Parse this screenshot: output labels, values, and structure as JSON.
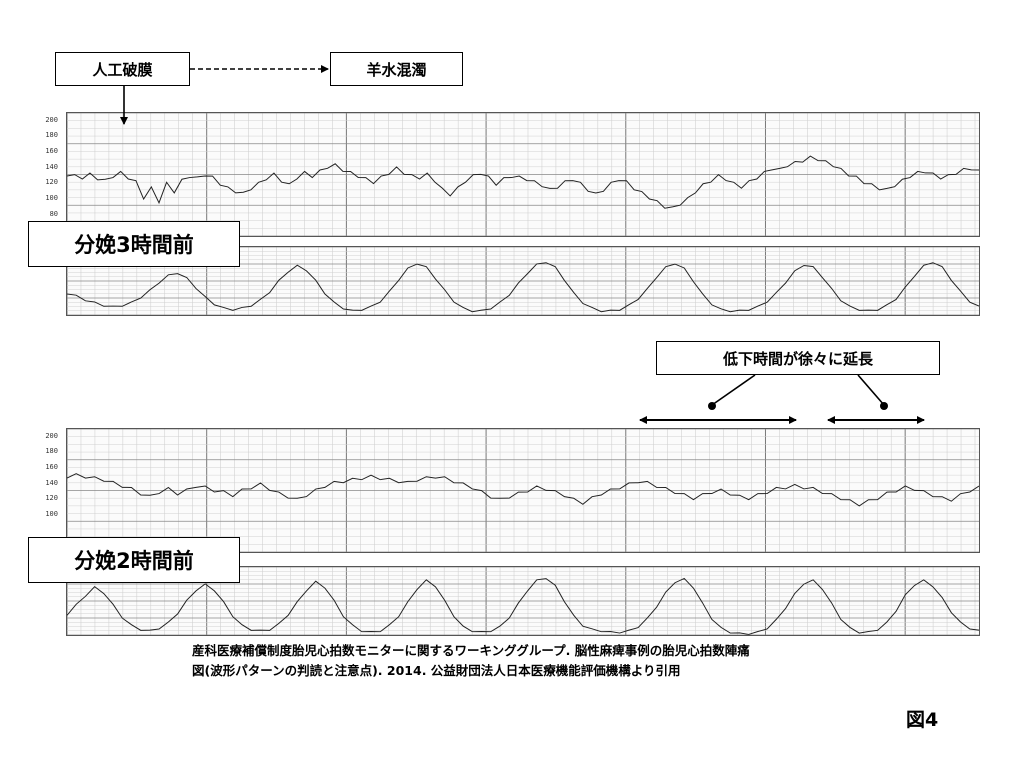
{
  "labels": {
    "rupture": "人工破膜",
    "meconium": "羊水混濁",
    "panel1": "分娩3時間前",
    "panel2": "分娩2時間前",
    "annotation": "低下時間が徐々に延長",
    "figure": "図4"
  },
  "citation": {
    "line1": "産科医療補償制度胎児心拍数モニターに関するワーキンググループ. 脳性麻痺事例の胎児心拍数陣痛",
    "line2": "図(波形パターンの判読と注意点). 2014. 公益財団法人日本医療機能評価機構より引用"
  },
  "chart_data": [
    {
      "type": "line",
      "ylim": [
        50,
        210
      ],
      "ticks": [
        "200",
        "180",
        "160",
        "140",
        "120",
        "100",
        "80"
      ],
      "series": [
        {
          "values": [
            130,
            128,
            126,
            130,
            125,
            122,
            128,
            132,
            126,
            120,
            100,
            112,
            95,
            118,
            108,
            122,
            128,
            125,
            130,
            126,
            118,
            112,
            108,
            105,
            112,
            118,
            125,
            130,
            122,
            116,
            126,
            132,
            128,
            134,
            140,
            142,
            136,
            132,
            128,
            124,
            120,
            126,
            132,
            138,
            132,
            128,
            126,
            130,
            122,
            110,
            104,
            112,
            122,
            128,
            132,
            126,
            118,
            124,
            128,
            126,
            124,
            120,
            116,
            110,
            114,
            120,
            124,
            118,
            110,
            104,
            110,
            118,
            124,
            120,
            112,
            106,
            100,
            94,
            88,
            86,
            92,
            98,
            108,
            116,
            122,
            128,
            124,
            118,
            114,
            120,
            126,
            132,
            138,
            136,
            142,
            145,
            148,
            152,
            150,
            146,
            142,
            136,
            130,
            126,
            120,
            116,
            112,
            110,
            116,
            122,
            128,
            132,
            134,
            130,
            126,
            128,
            132,
            136,
            138,
            134
          ]
        }
      ]
    },
    {
      "type": "line",
      "ylim": [
        0,
        100
      ],
      "series": [
        {
          "values": [
            32,
            28,
            22,
            18,
            14,
            12,
            14,
            18,
            26,
            36,
            48,
            58,
            62,
            54,
            40,
            26,
            16,
            10,
            8,
            10,
            14,
            22,
            34,
            50,
            64,
            72,
            66,
            50,
            32,
            18,
            10,
            6,
            8,
            12,
            20,
            34,
            52,
            68,
            76,
            70,
            54,
            36,
            20,
            10,
            6,
            6,
            10,
            18,
            30,
            46,
            62,
            74,
            78,
            70,
            52,
            32,
            18,
            10,
            6,
            6,
            8,
            14,
            24,
            38,
            56,
            70,
            76,
            68,
            50,
            30,
            16,
            8,
            6,
            6,
            8,
            12,
            20,
            32,
            48,
            64,
            74,
            70,
            56,
            38,
            22,
            12,
            8,
            6,
            8,
            14,
            24,
            40,
            58,
            72,
            78,
            70,
            52,
            34,
            20,
            12
          ]
        }
      ]
    },
    {
      "type": "line",
      "ylim": [
        50,
        210
      ],
      "ticks": [
        "200",
        "180",
        "160",
        "140",
        "120",
        "100"
      ],
      "series": [
        {
          "values": [
            148,
            150,
            148,
            146,
            144,
            140,
            136,
            132,
            126,
            122,
            128,
            132,
            126,
            130,
            136,
            134,
            130,
            128,
            124,
            130,
            134,
            138,
            132,
            126,
            122,
            118,
            124,
            130,
            136,
            140,
            142,
            144,
            146,
            148,
            146,
            144,
            142,
            140,
            144,
            146,
            148,
            146,
            142,
            138,
            134,
            128,
            122,
            118,
            122,
            126,
            130,
            134,
            132,
            128,
            124,
            118,
            114,
            120,
            126,
            130,
            134,
            138,
            142,
            140,
            136,
            132,
            128,
            124,
            120,
            124,
            128,
            130,
            126,
            122,
            120,
            124,
            128,
            132,
            134,
            136,
            134,
            132,
            128,
            124,
            120,
            116,
            112,
            116,
            120,
            126,
            130,
            134,
            132,
            128,
            124,
            120,
            118,
            124,
            130,
            134
          ]
        }
      ]
    },
    {
      "type": "line",
      "ylim": [
        0,
        100
      ],
      "series": [
        {
          "values": [
            30,
            44,
            58,
            70,
            62,
            44,
            26,
            14,
            8,
            6,
            10,
            18,
            32,
            50,
            66,
            74,
            66,
            48,
            28,
            14,
            8,
            6,
            8,
            16,
            30,
            48,
            66,
            78,
            70,
            50,
            28,
            14,
            6,
            4,
            6,
            14,
            28,
            48,
            68,
            80,
            72,
            50,
            28,
            12,
            6,
            4,
            6,
            12,
            26,
            46,
            66,
            80,
            84,
            72,
            50,
            28,
            14,
            8,
            6,
            4,
            4,
            6,
            12,
            24,
            42,
            62,
            78,
            82,
            70,
            46,
            24,
            10,
            4,
            2,
            2,
            4,
            10,
            22,
            40,
            60,
            76,
            80,
            68,
            46,
            24,
            10,
            4,
            4,
            8,
            18,
            36,
            58,
            74,
            80,
            72,
            54,
            34,
            18,
            10,
            6
          ]
        }
      ]
    }
  ]
}
